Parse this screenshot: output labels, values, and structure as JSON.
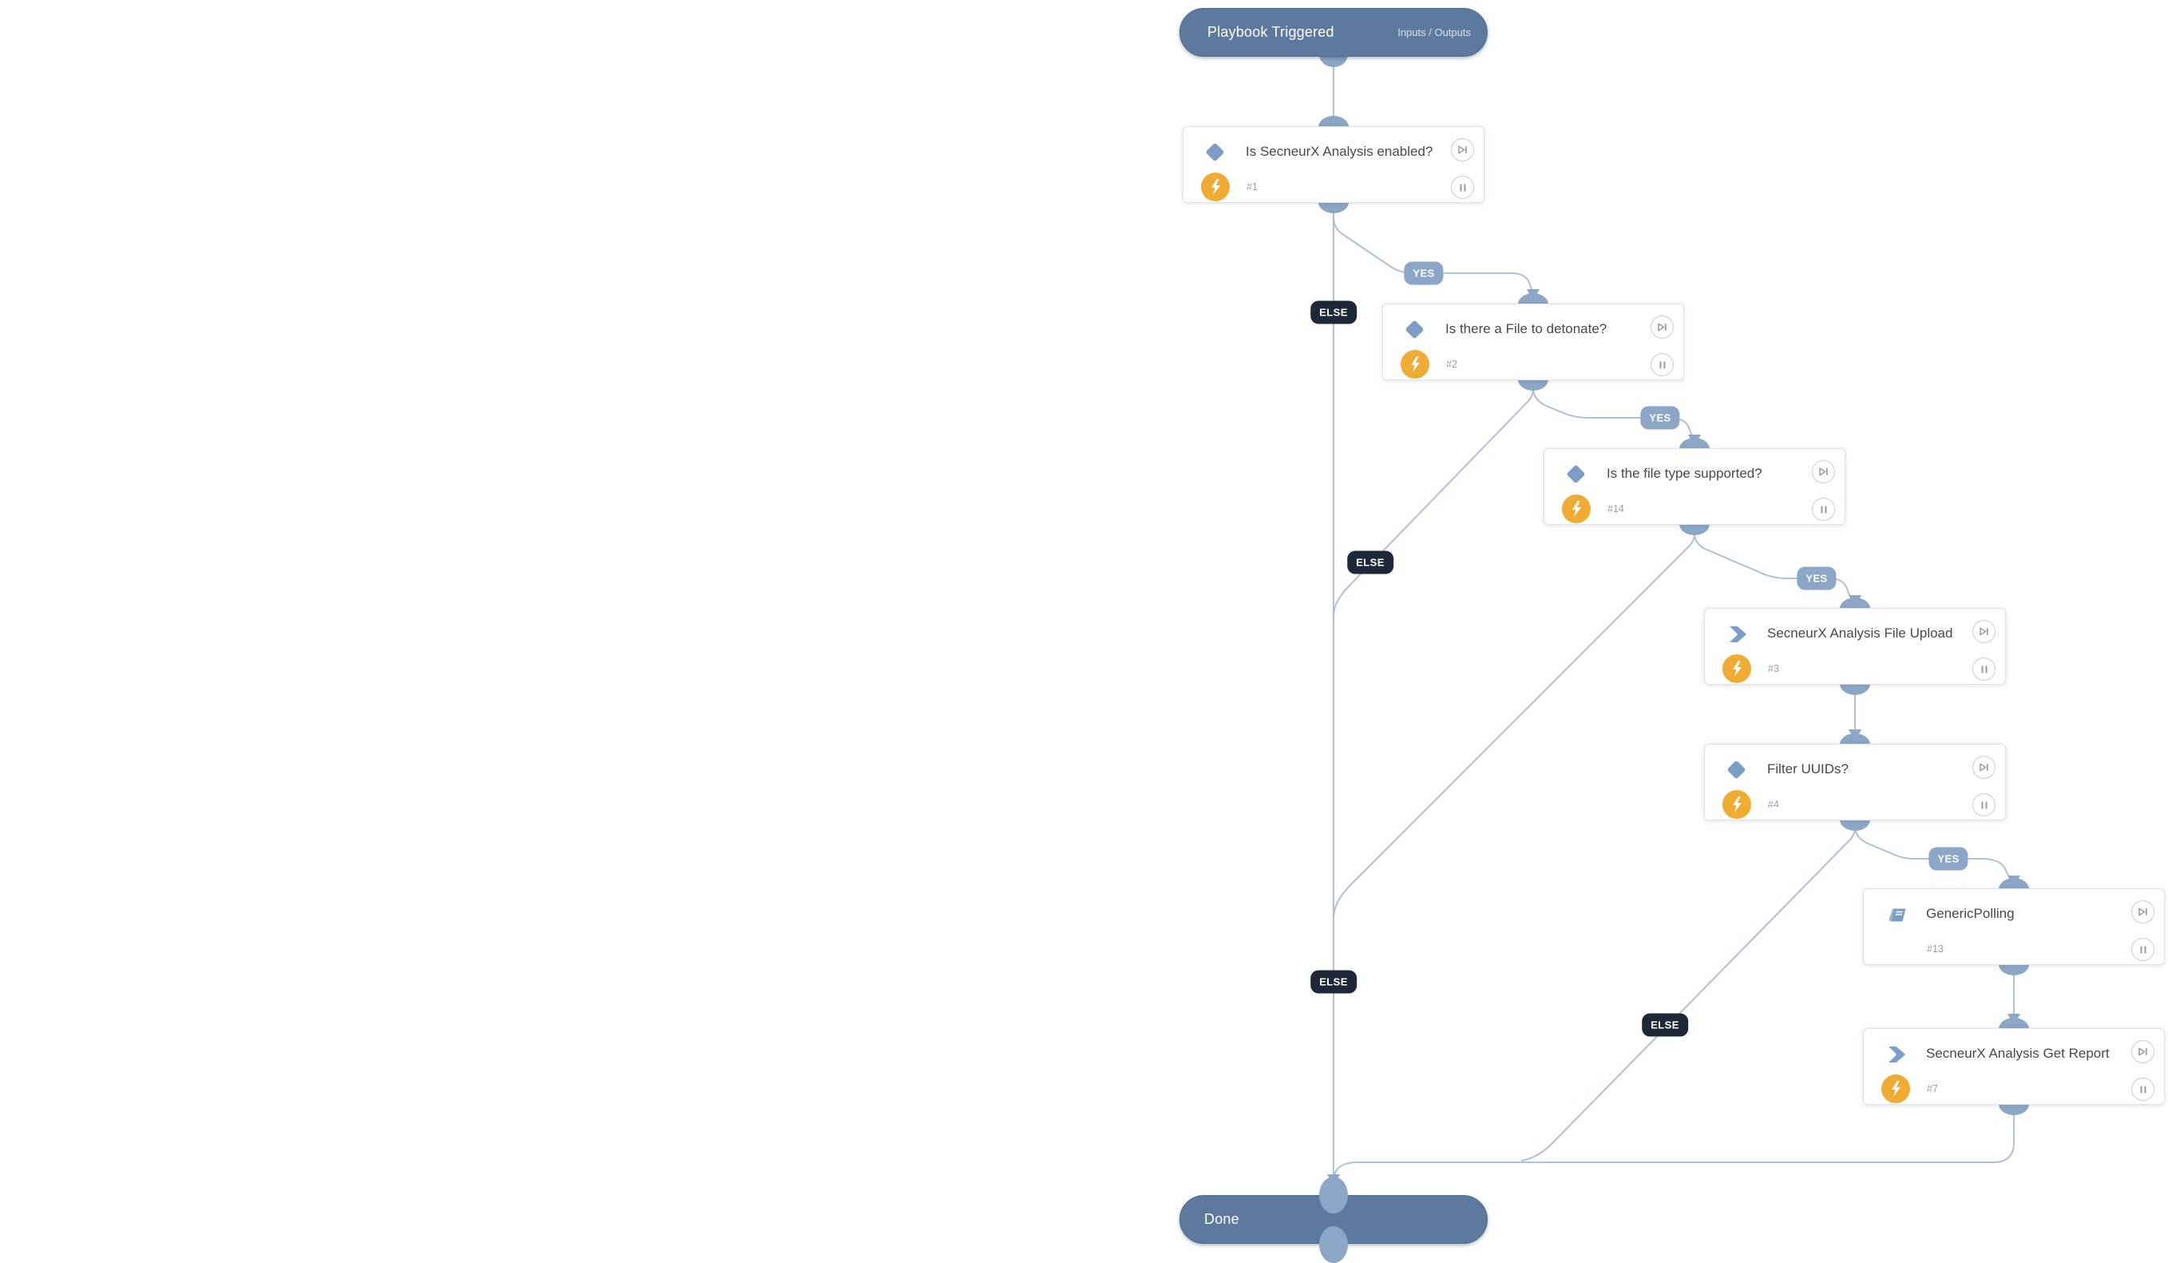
{
  "start_node": {
    "title": "Playbook Triggered",
    "link_label": "Inputs / Outputs"
  },
  "end_node": {
    "title": "Done"
  },
  "nodes": [
    {
      "id": "#1",
      "title": "Is SecneurX Analysis enabled?",
      "type": "condition"
    },
    {
      "id": "#2",
      "title": "Is there a File to detonate?",
      "type": "condition"
    },
    {
      "id": "#14",
      "title": "Is the file type supported?",
      "type": "condition"
    },
    {
      "id": "#3",
      "title": "SecneurX Analysis File Upload",
      "type": "action"
    },
    {
      "id": "#4",
      "title": "Filter UUIDs?",
      "type": "condition"
    },
    {
      "id": "#13",
      "title": "GenericPolling",
      "type": "sub-playbook"
    },
    {
      "id": "#7",
      "title": "SecneurX Analysis Get Report",
      "type": "action"
    }
  ],
  "edge_labels": {
    "yes": "YES",
    "else": "ELSE"
  },
  "colors": {
    "terminal_pill": "#5d7a9e",
    "connector_line": "#aec0d6",
    "connector_node": "#8ba6c6",
    "yes_badge": "#8ba6c6",
    "else_badge": "#1f2838",
    "condition_icon": "#7b9dc7",
    "automation_icon": "#f0ac32",
    "card_border": "#e2e2e2"
  }
}
